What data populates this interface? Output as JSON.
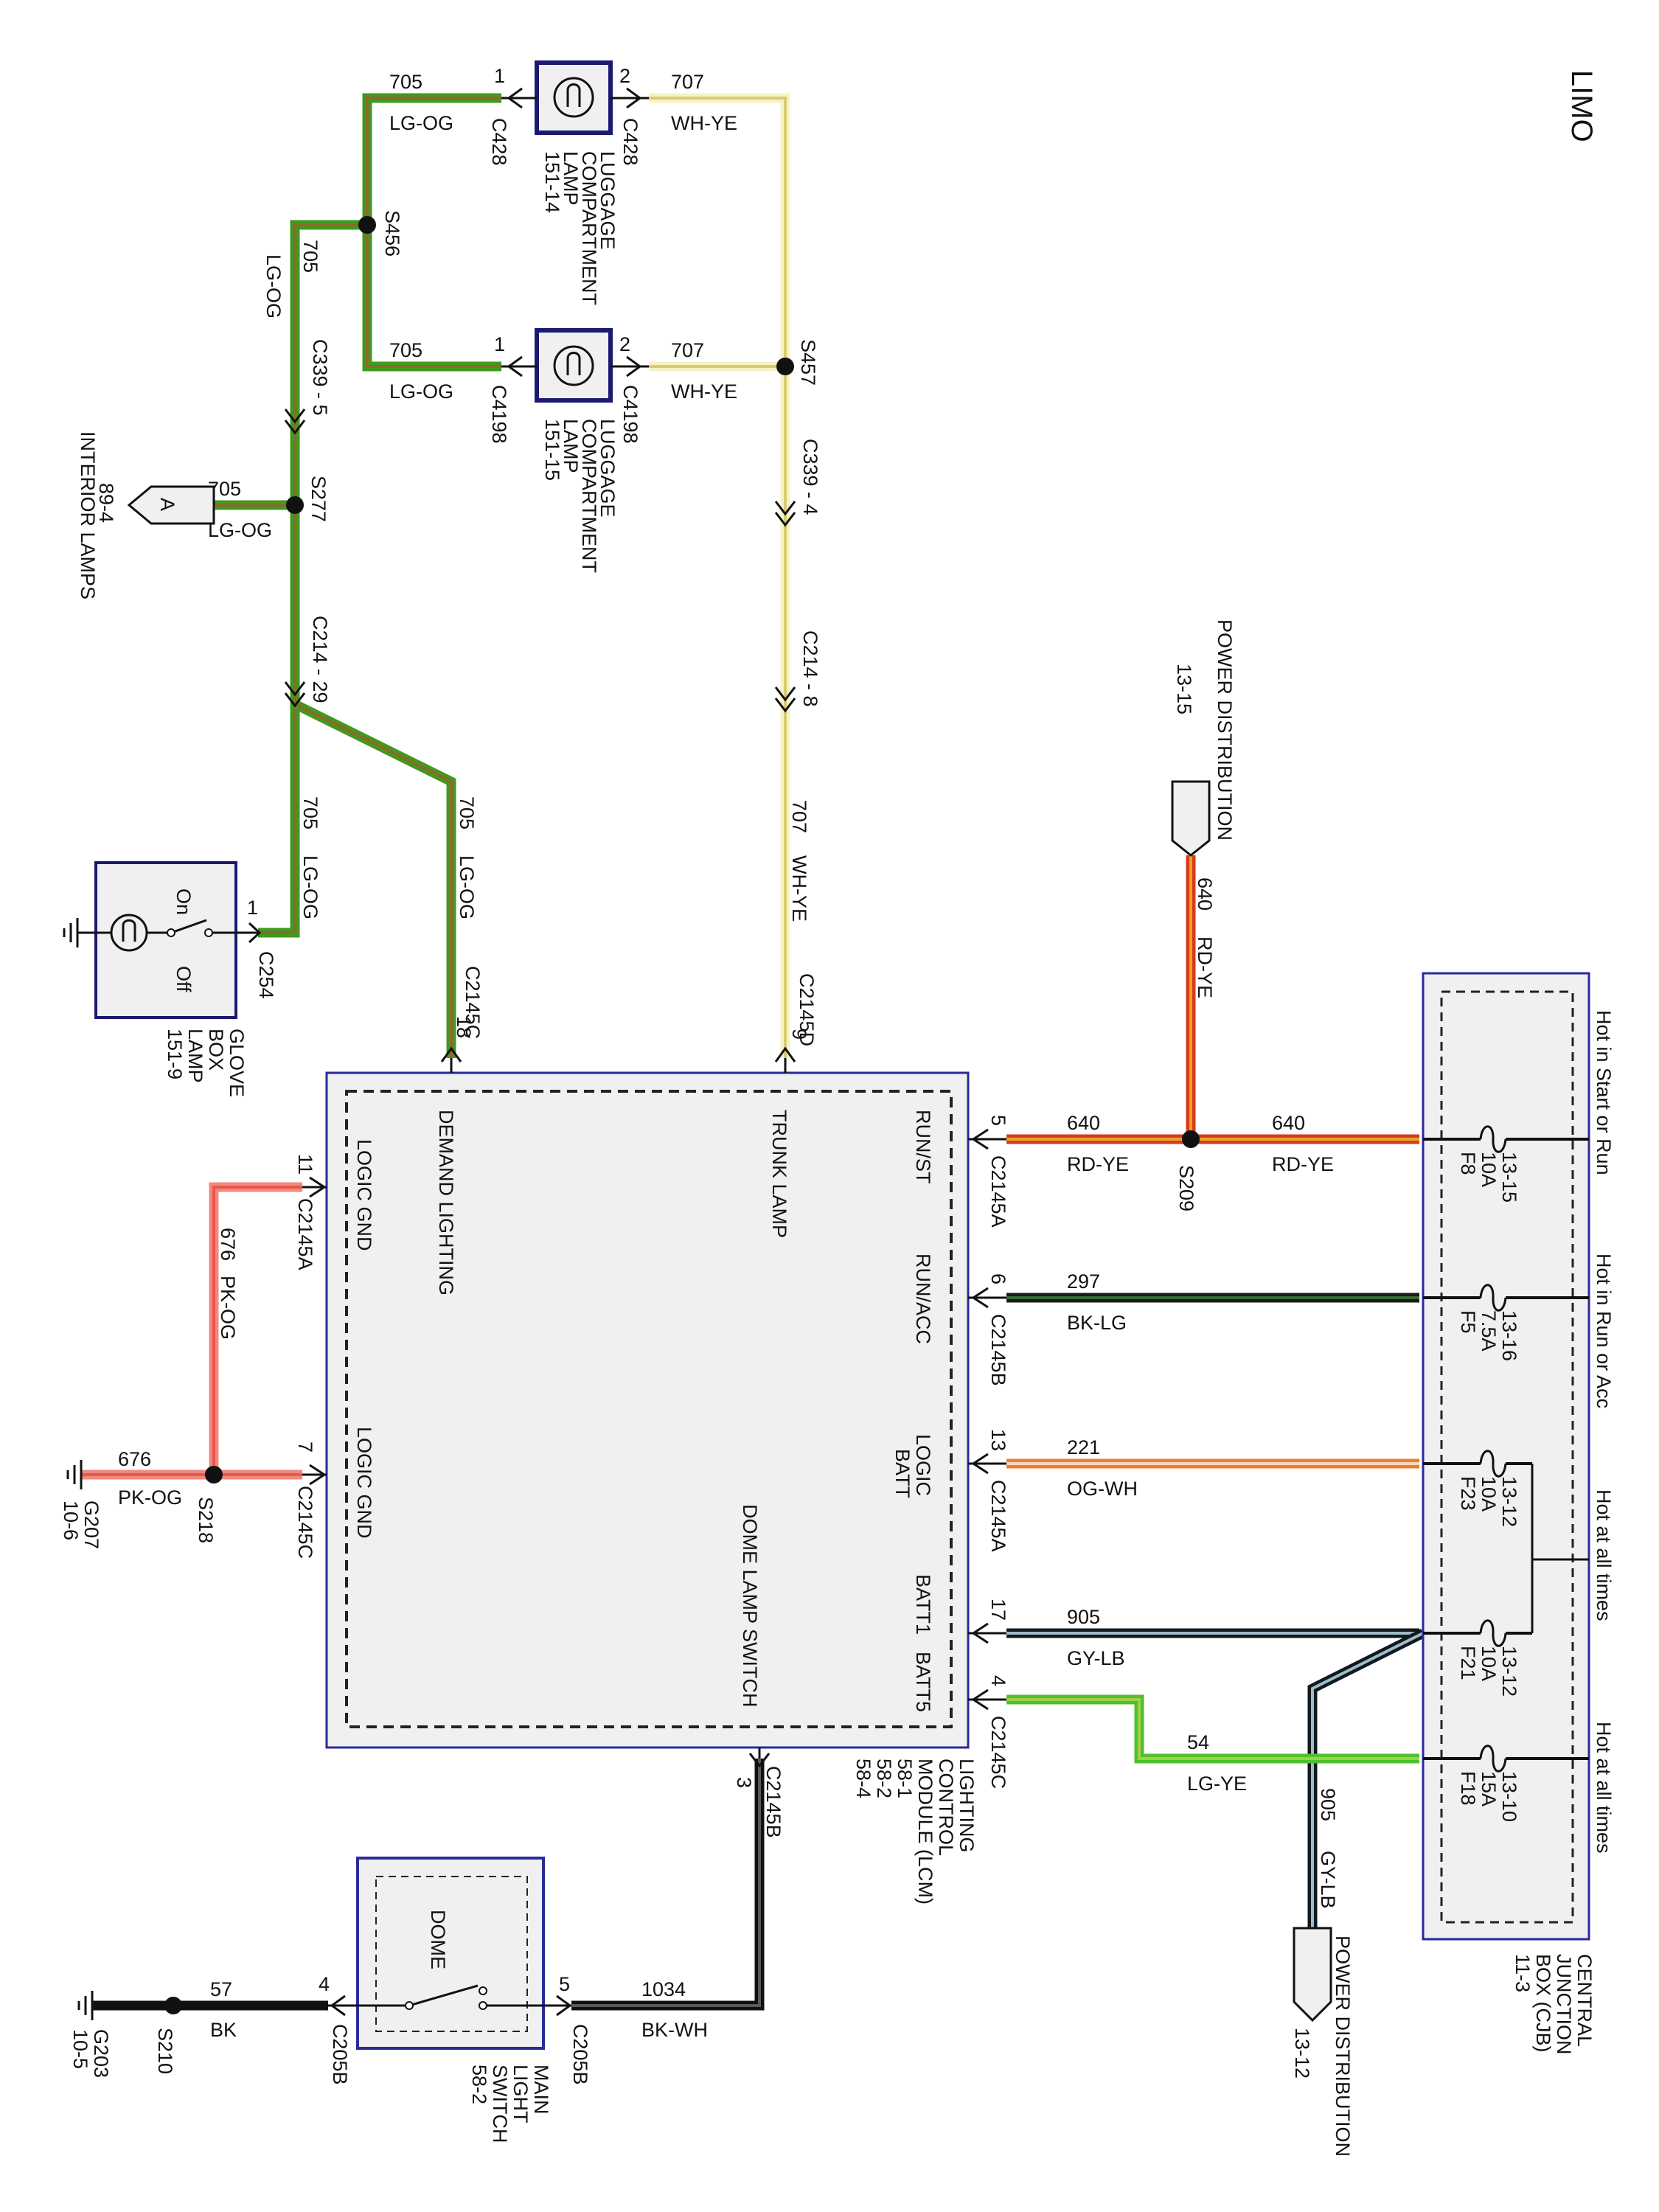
{
  "title": "LIMO",
  "colors": {
    "LG-OG": [
      "#3f9a1e",
      "#8b6a2a"
    ],
    "WH-YE": [
      "#f7f2c4",
      "#d8cc72"
    ],
    "RD-YE": [
      "#d8391e",
      "#e6a623"
    ],
    "BK-LG": [
      "#1a1a1a",
      "#356a30"
    ],
    "OG-WH": [
      "#ef7d2a",
      "#f4d8c0"
    ],
    "GY-LB": [
      "#101820",
      "#9fbcc6"
    ],
    "LG-YE": [
      "#4ec12c",
      "#a0d04a"
    ],
    "PK-OG": [
      "#f08a80",
      "#e8574a"
    ],
    "BK-WH": [
      "#101010",
      "#5a5a5a"
    ],
    "BK": [
      "#101010",
      "#101010"
    ],
    "box_border": "#2a2a9a",
    "box_fill": "#f0f0f0"
  },
  "cjb": {
    "name": [
      "CENTRAL",
      "JUNCTION",
      "BOX (CJB)",
      "11-3"
    ],
    "fuses": [
      {
        "id": "F8",
        "rating": "10A",
        "ref": "13-15",
        "hot": "Hot in Start or Run"
      },
      {
        "id": "F5",
        "rating": "7.5A",
        "ref": "13-16",
        "hot": "Hot in Run or Acc"
      },
      {
        "id": "F23",
        "rating": "10A",
        "ref": "13-12",
        "hot": "Hot at all times"
      },
      {
        "id": "F21",
        "rating": "10A",
        "ref": "13-12",
        "hot": ""
      },
      {
        "id": "F18",
        "rating": "15A",
        "ref": "13-10",
        "hot": "Hot at all times"
      }
    ]
  },
  "lcm": {
    "name": [
      "LIGHTING",
      "CONTROL",
      "MODULE (LCM)",
      "58-1",
      "58-2",
      "58-4"
    ],
    "pins": [
      {
        "label": "RUN/ST",
        "num": "5",
        "conn": "C2145A"
      },
      {
        "label": "RUN/ACC",
        "num": "6",
        "conn": "C2145B"
      },
      {
        "label": "LOGIC BATT",
        "num": "13",
        "conn": "C2145A"
      },
      {
        "label": "BATT1",
        "num": "17",
        "conn": ""
      },
      {
        "label": "BATT5",
        "num": "4",
        "conn": "C2145C"
      },
      {
        "label": "DOME LAMP SWITCH",
        "num": "3",
        "conn": "C2145B"
      },
      {
        "label": "TRUNK LAMP",
        "num": "9",
        "conn": "C2145D"
      },
      {
        "label": "DEMAND LIGHTING",
        "num": "18",
        "conn": "C2145C"
      },
      {
        "label": "LOGIC GND",
        "num": "11",
        "conn": "C2145A"
      },
      {
        "label": "LOGIC GND",
        "num": "7",
        "conn": "C2145C"
      }
    ]
  },
  "wires": {
    "w640a": {
      "circuit": "640",
      "color": "RD-YE"
    },
    "w640b": {
      "circuit": "640",
      "color": "RD-YE"
    },
    "w640v": {
      "circuit": "640",
      "color": "RD-YE"
    },
    "w297": {
      "circuit": "297",
      "color": "BK-LG"
    },
    "w221": {
      "circuit": "221",
      "color": "OG-WH"
    },
    "w905": {
      "circuit": "905",
      "color": "GY-LB"
    },
    "w905v": {
      "circuit": "905",
      "color": "GY-LB"
    },
    "w54": {
      "circuit": "54",
      "color": "LG-YE"
    },
    "w676a": {
      "circuit": "676",
      "color": "PK-OG"
    },
    "w676b": {
      "circuit": "676",
      "color": "PK-OG"
    },
    "w1034": {
      "circuit": "1034",
      "color": "BK-WH"
    },
    "w57": {
      "circuit": "57",
      "color": "BK"
    },
    "w707a": {
      "circuit": "707",
      "color": "WH-YE"
    },
    "w707b": {
      "circuit": "707",
      "color": "WH-YE"
    },
    "w707c": {
      "circuit": "707",
      "color": "WH-YE"
    },
    "w705a": {
      "circuit": "705",
      "color": "LG-OG"
    },
    "w705b": {
      "circuit": "705",
      "color": "LG-OG"
    },
    "w705c": {
      "circuit": "705",
      "color": "LG-OG"
    },
    "w705d": {
      "circuit": "705",
      "color": "LG-OG"
    },
    "w705e": {
      "circuit": "705",
      "color": "LG-OG"
    },
    "w705f": {
      "circuit": "705",
      "color": "LG-OG"
    }
  },
  "splices": [
    "S209",
    "S218",
    "S210",
    "S456",
    "S457",
    "S277"
  ],
  "grounds": [
    {
      "id": "G207",
      "ref": "10-6"
    },
    {
      "id": "G203",
      "ref": "10-5"
    }
  ],
  "power_distribution": [
    {
      "label": "POWER DISTRIBUTION",
      "ref": "13-15"
    },
    {
      "label": "POWER DISTRIBUTION",
      "ref": "13-12"
    }
  ],
  "connectors": {
    "c339a": "C339 - 5",
    "c339b": "C339 - 4",
    "c214a": "C214 - 29",
    "c214b": "C214 - 8",
    "c428a": "C428",
    "c428b": "C428",
    "c4198a": "C4198",
    "c4198b": "C4198",
    "c254": "C254",
    "c205a": "C205B",
    "c205b": "C205B"
  },
  "lamps": {
    "luggage1": [
      "LUGGAGE",
      "COMPARTMENT",
      "LAMP",
      "151-14"
    ],
    "luggage2": [
      "LUGGAGE",
      "COMPARTMENT",
      "LAMP",
      "151-15"
    ],
    "glovebox": [
      "GLOVE",
      "BOX",
      "LAMP",
      "151-9"
    ],
    "glove_on": "On",
    "glove_off": "Off"
  },
  "main_light_switch": {
    "name": [
      "MAIN",
      "LIGHT",
      "SWITCH",
      "58-2"
    ],
    "inner": "DOME"
  },
  "interior_lamps": {
    "letter": "A",
    "label": "INTERIOR LAMPS",
    "ref": "89-4"
  }
}
